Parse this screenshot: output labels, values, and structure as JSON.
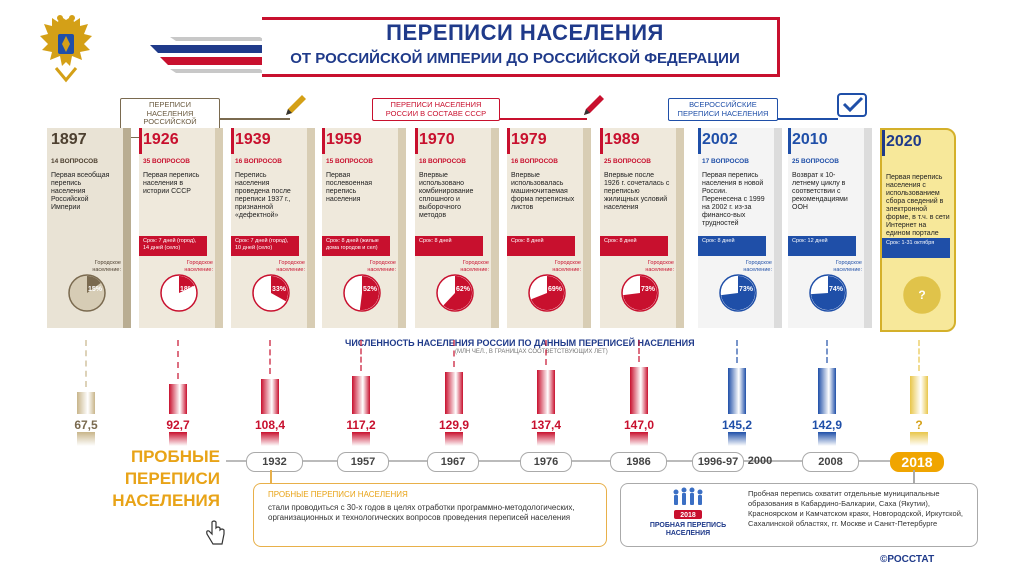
{
  "header": {
    "title_line1": "ПЕРЕПИСИ НАСЕЛЕНИЯ",
    "title_line2": "ОТ РОССИЙСКОЙ ИМПЕРИИ ДО РОССИЙСКОЙ ФЕДЕРАЦИИ"
  },
  "eras": [
    {
      "label": "ПЕРЕПИСИ НАСЕЛЕНИЯ РОССИЙСКОЙ ИМПЕРИИ",
      "color": "#7a6a4f"
    },
    {
      "label": "ПЕРЕПИСИ НАСЕЛЕНИЯ РОССИИ В СОСТАВЕ СССР",
      "color": "#c8102e"
    },
    {
      "label": "ВСЕРОССИЙСКИЕ ПЕРЕПИСИ НАСЕЛЕНИЯ",
      "color": "#1f4fa8"
    }
  ],
  "censuses": [
    {
      "year": "1897",
      "questions": "14 ВОПРОСОВ",
      "desc": "Первая всеобщая перепись населения Российской Империи",
      "term": "",
      "urban_label": "Городское население:",
      "urban_pct": "15%",
      "urban": 15,
      "theme": "empire"
    },
    {
      "year": "1926",
      "questions": "35 ВОПРОСОВ",
      "desc": "Первая перепись населения в истории СССР",
      "term": "Срок: 7 дней (город), 14 дней (село)",
      "urban_label": "Городское население:",
      "urban_pct": "18%",
      "urban": 18,
      "theme": "ussr"
    },
    {
      "year": "1939",
      "questions": "16 ВОПРОСОВ",
      "desc": "Перепись населения проведена после переписи 1937 г., признанной «дефектной»",
      "term": "Срок: 7 дней (город), 10 дней (село)",
      "urban_label": "Городское население:",
      "urban_pct": "33%",
      "urban": 33,
      "theme": "ussr"
    },
    {
      "year": "1959",
      "questions": "15 ВОПРОСОВ",
      "desc": "Первая послевоенная перепись населения",
      "term": "Срок: 8 дней (жилые дома городов и сел)",
      "urban_label": "Городское население:",
      "urban_pct": "52%",
      "urban": 52,
      "theme": "ussr"
    },
    {
      "year": "1970",
      "questions": "18 ВОПРОСОВ",
      "desc": "Впервые использовано комбинирование сплошного и выборочного методов",
      "term": "Срок: 8 дней",
      "urban_label": "Городское население:",
      "urban_pct": "62%",
      "urban": 62,
      "theme": "ussr"
    },
    {
      "year": "1979",
      "questions": "16 ВОПРОСОВ",
      "desc": "Впервые использовалась машиночитаемая форма переписных листов",
      "term": "Срок: 8 дней",
      "urban_label": "Городское население:",
      "urban_pct": "69%",
      "urban": 69,
      "theme": "ussr"
    },
    {
      "year": "1989",
      "questions": "25 ВОПРОСОВ",
      "desc": "Впервые после 1926 г. сочеталась с переписью жилищных условий населения",
      "term": "Срок: 8 дней",
      "urban_label": "Городское население:",
      "urban_pct": "73%",
      "urban": 73,
      "theme": "ussr"
    },
    {
      "year": "2002",
      "questions": "17 ВОПРОСОВ",
      "desc": "Первая перепись населения в новой России. Перенесена с 1999 на 2002 г. из-за финансо-вых трудностей",
      "term": "Срок: 8 дней",
      "urban_label": "Городское население:",
      "urban_pct": "73%",
      "urban": 73,
      "theme": "rf"
    },
    {
      "year": "2010",
      "questions": "25 ВОПРОСОВ",
      "desc": "Возврат к 10-летнему циклу в соответствии с рекомендациями ООН",
      "term": "Срок: 12 дней",
      "urban_label": "Городское население:",
      "urban_pct": "74%",
      "urban": 74,
      "theme": "rf"
    },
    {
      "year": "2020",
      "questions": "",
      "desc": "Первая перепись населения с использованием сбора сведений в электронной форме, в т.ч. в сети Интернет на едином портале госуслуг",
      "term": "Срок: 1-31 октября",
      "urban_label": "",
      "urban_pct": "?",
      "urban": 0,
      "theme": "future"
    }
  ],
  "population": {
    "title": "ЧИСЛЕННОСТЬ НАСЕЛЕНИЯ РОССИИ ПО ДАННЫМ ПЕРЕПИСЕЙ НАСЕЛЕНИЯ",
    "subtitle": "(МЛН ЧЕЛ., В ГРАНИЦАХ СООТВЕТСТВУЮЩИХ ЛЕТ)",
    "values": [
      "67,5",
      "92,7",
      "108,4",
      "117,2",
      "129,9",
      "137,4",
      "147,0",
      "145,2",
      "142,9",
      "?"
    ]
  },
  "chart_data": {
    "type": "bar",
    "title": "ЧИСЛЕННОСТЬ НАСЕЛЕНИЯ РОССИИ ПО ДАННЫМ ПЕРЕПИСЕЙ НАСЕЛЕНИЯ",
    "subtitle": "(МЛН ЧЕЛ., В ГРАНИЦАХ СООТВЕТСТВУЮЩИХ ЛЕТ)",
    "categories": [
      "1897",
      "1926",
      "1939",
      "1959",
      "1970",
      "1979",
      "1989",
      "2002",
      "2010",
      "2020"
    ],
    "values": [
      67.5,
      92.7,
      108.4,
      117.2,
      129.9,
      137.4,
      147.0,
      145.2,
      142.9,
      null
    ],
    "ylim": [
      0,
      150
    ]
  },
  "test_censuses": {
    "title_line1": "ПРОБНЫЕ",
    "title_line2": "ПЕРЕПИСИ",
    "title_line3": "НАСЕЛЕНИЯ",
    "years": [
      "1932",
      "1957",
      "1967",
      "1976",
      "1986",
      "1996-97",
      "2000",
      "2008",
      "2018"
    ],
    "box1_title": "ПРОБНЫЕ ПЕРЕПИСИ НАСЕЛЕНИЯ",
    "box1_text": "стали проводиться с 30-х годов в целях отработки программно-методологических, организационных и технологических вопросов проведения переписей населения",
    "logo_year": "2018",
    "logo_label": "ПРОБНАЯ ПЕРЕПИСЬ НАСЕЛЕНИЯ",
    "box2_text": "Пробная перепись охватит отдельные муниципальные образования в Кабардино-Балкарии, Саха (Якутии), Красноярском и Камчатском краях, Новгородской, Иркутской, Сахалинской областях, гг. Москве и Санкт-Петербурге"
  },
  "footer": {
    "copyright": "©РОССТАТ"
  },
  "colors": {
    "empire": "#7a6a4f",
    "ussr": "#c8102e",
    "rf": "#1f4fa8",
    "future": "#e8c64a",
    "accent": "#f0a500",
    "navy": "#1f3a8a"
  }
}
